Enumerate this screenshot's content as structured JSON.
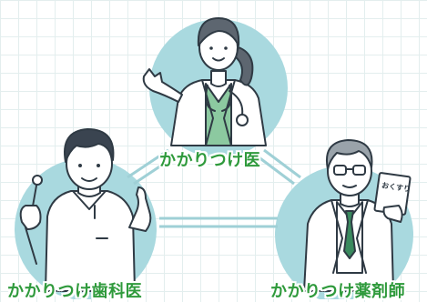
{
  "labels": {
    "doctor": "かかりつけ医",
    "dentist": "かかりつけ歯科医",
    "pharmacist": "かかりつけ薬剤師"
  },
  "medicine_bag": "おくすり",
  "colors": {
    "circle": "#a9d9df",
    "connector": "#9fd0d6",
    "label": "#2f9a3c",
    "outline": "#2f3a44",
    "doctor_shirt": "#8cc9a0",
    "tie": "#3a8a5e"
  }
}
